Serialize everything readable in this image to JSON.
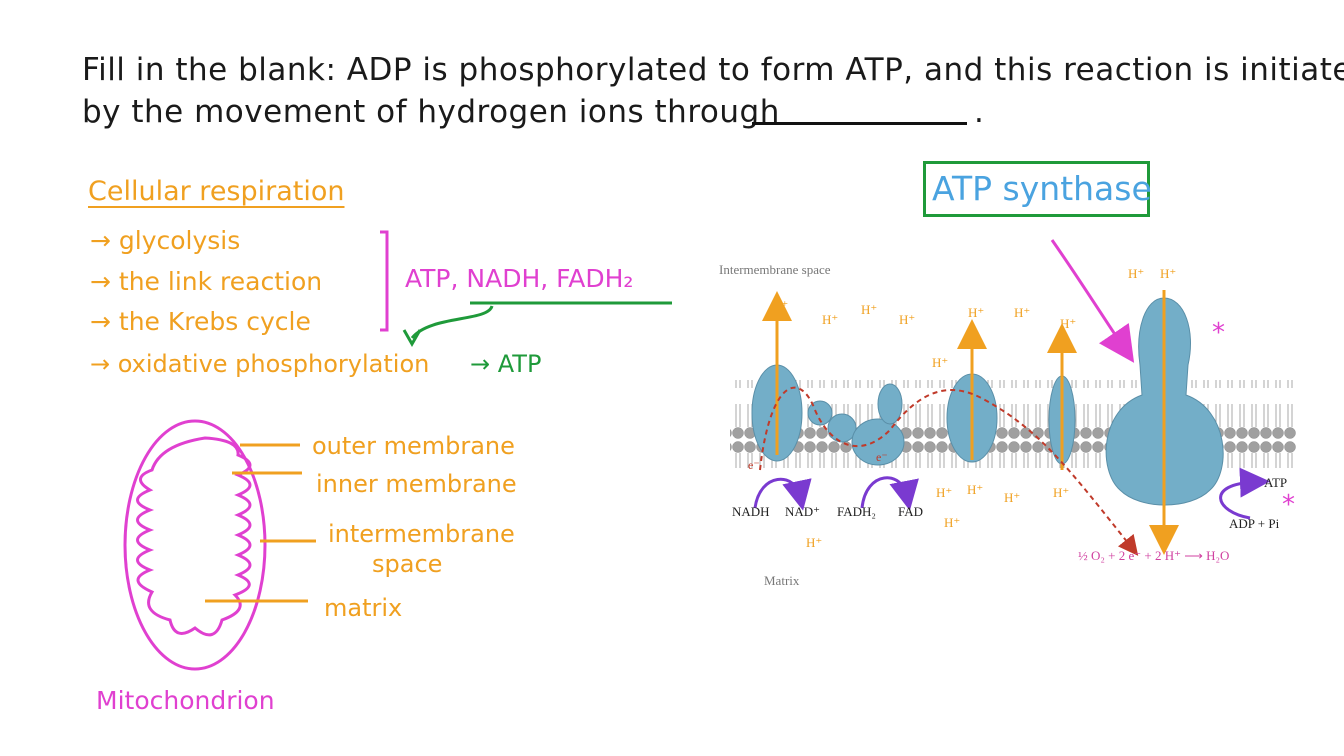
{
  "question": {
    "line1": "Fill in the blank: ADP is phosphorylated to form ATP, and this reaction is initiated",
    "line2": "by the movement of hydrogen ions through",
    "line2_end": "."
  },
  "notes": {
    "heading": "Cellular respiration",
    "steps": [
      "→ glycolysis",
      "→ the link reaction",
      "→ the Krebs cycle"
    ],
    "products": "ATP, NADH, FADH₂",
    "last_step": "→ oxidative phosphorylation",
    "last_product": "→ ATP"
  },
  "mitochondrion": {
    "title": "Mitochondrion",
    "labels": [
      "outer membrane",
      "inner membrane",
      "intermembrane",
      "space",
      "matrix"
    ]
  },
  "answer": {
    "label": "ATP synthase"
  },
  "figure": {
    "intermembrane_label": "Intermembrane space",
    "matrix_label": "Matrix",
    "h_plus": "H⁺",
    "e_minus": "e⁻",
    "nadh": "NADH",
    "nad_plus": "NAD⁺",
    "fadh2": "FADH₂",
    "fad": "FAD",
    "atp": "ATP",
    "adp_pi": "ADP + Pi",
    "reaction": "½ O₂ + 2 e⁻ + 2 H⁺ ⟶ H₂O",
    "star": "*"
  },
  "colors": {
    "orange": "#f0a020",
    "magenta": "#e040d0",
    "green": "#1f9a3a",
    "blue": "#4aa3e0",
    "protein": "#73aec8",
    "purple": "#7a3ad0",
    "red_dash": "#c03a2a"
  }
}
